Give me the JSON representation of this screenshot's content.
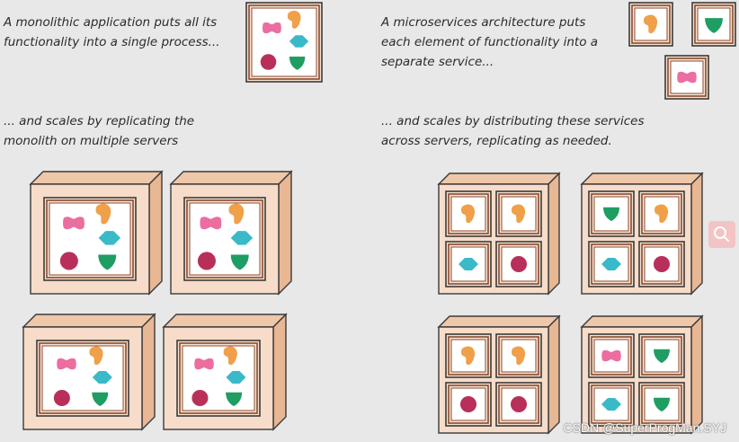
{
  "captions": {
    "monolith_intro": "A monolithic application puts all its\nfunctionality into a single process...",
    "micro_intro": "A microservices architecture puts\neach element of functionality into a\nseparate service...",
    "monolith_scale": "... and scales by replicating the\nmonolith on multiple servers",
    "micro_scale": "... and scales by distributing these services\nacross servers, replicating as needed."
  },
  "watermark": "CSDN @SuperProgMan.SYJ",
  "colors": {
    "background": "#e8e8e8",
    "box_fill": "#f6dcc9",
    "box_side": "#efc7a9",
    "outline": "#3a3a3a",
    "frame": "#8a4a2e",
    "pink": "#ec6ea0",
    "orange": "#f0a048",
    "teal": "#3ab9c9",
    "green": "#1e9e62",
    "maroon": "#b8305a"
  },
  "icons": {
    "pink_service": "pink-bowtie-icon",
    "orange_service": "orange-blob-icon",
    "teal_service": "teal-diamond-icon",
    "green_service": "green-shield-icon",
    "maroon_service": "maroon-circle-icon",
    "search": "search-icon"
  }
}
